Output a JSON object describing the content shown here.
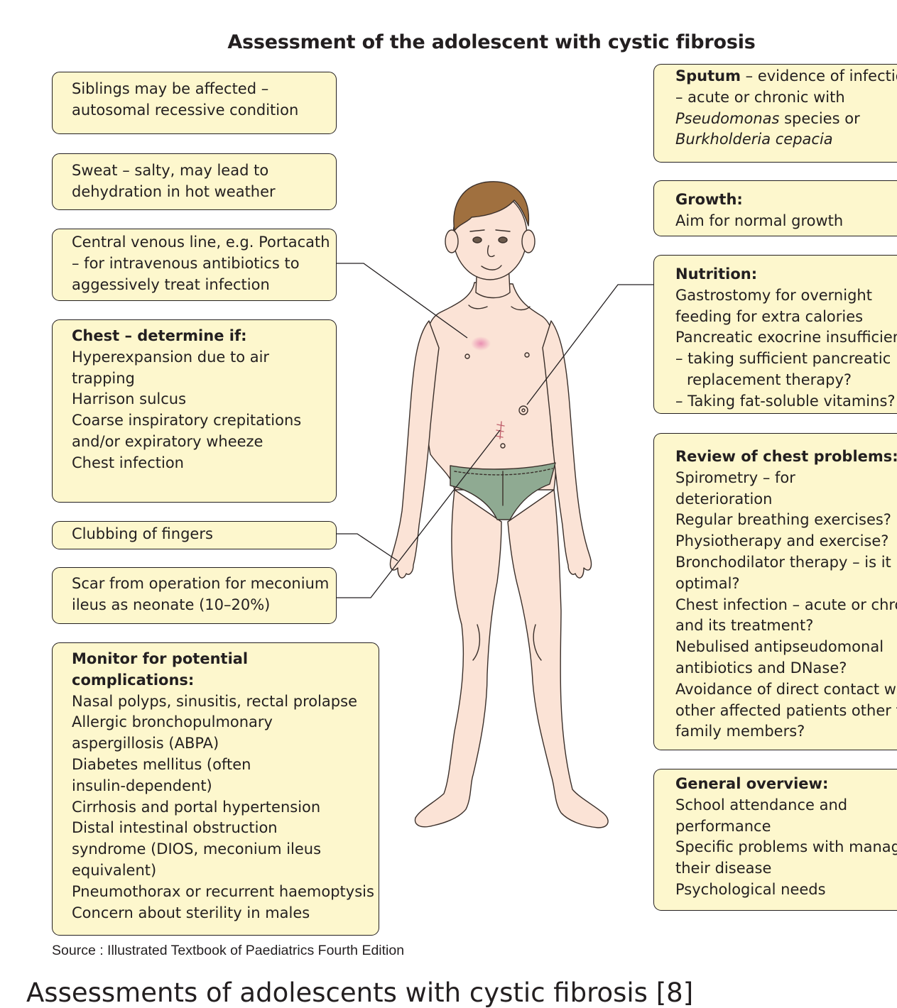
{
  "title": "Assessment of the adolescent with cystic fibrosis",
  "left_boxes": {
    "siblings": [
      "Siblings may be affected –",
      "autosomal recessive condition"
    ],
    "sweat": [
      "Sweat – salty, may lead to",
      "dehydration in hot weather"
    ],
    "central_line": [
      "Central venous line, e.g. Portacath",
      "– for intravenous antibiotics to",
      "aggessively treat infection"
    ],
    "chest": {
      "heading": "Chest – determine if:",
      "lines": [
        "Hyperexpansion due to air",
        "trapping",
        "Harrison sulcus",
        "Coarse inspiratory crepitations",
        "and/or expiratory wheeze",
        "Chest infection"
      ]
    },
    "clubbing": "Clubbing of fingers",
    "scar": [
      "Scar from operation for meconium",
      "ileus as neonate (10–20%)"
    ],
    "complications": {
      "heading_1": "Monitor for potential",
      "heading_2": "complications:",
      "lines": [
        "Nasal polyps, sinusitis, rectal prolapse",
        "Allergic bronchopulmonary",
        "aspergillosis (ABPA)",
        "Diabetes mellitus (often",
        "insulin-dependent)",
        "Cirrhosis and portal hypertension",
        "Distal intestinal obstruction",
        "syndrome (DIOS, meconium ileus",
        "equivalent)",
        "Pneumothorax or recurrent haemoptysis",
        "Concern about sterility in males"
      ]
    }
  },
  "right_boxes": {
    "sputum": {
      "heading": "Sputum",
      "line_1_rest": " – evidence of infection",
      "line_2": "– acute or chronic with",
      "line_3_italic": "Pseudomonas",
      "line_3_rest": " species or",
      "line_4_italic": "Burkholderia cepacia"
    },
    "growth": {
      "heading": "Growth:",
      "line": "Aim for normal growth"
    },
    "nutrition": {
      "heading": "Nutrition:",
      "lines": [
        "Gastrostomy for overnight",
        "feeding for extra calories",
        "Pancreatic exocrine insufficiency",
        "– taking sufficient pancreatic"
      ],
      "indented": "replacement therapy?",
      "last": "– Taking fat-soluble vitamins?"
    },
    "chest_review": {
      "heading": "Review of chest problems:",
      "lines": [
        "Spirometry – for",
        "deterioration",
        "Regular breathing exercises?",
        "Physiotherapy and exercise?",
        "Bronchodilator therapy – is it",
        "optimal?",
        "Chest infection – acute or chronic",
        "and its treatment?",
        "Nebulised antipseudomonal",
        "antibiotics and DNase?",
        "Avoidance of direct contact with",
        "other affected patients other than",
        "family members?"
      ]
    },
    "overview": {
      "heading": "General overview:",
      "lines": [
        "School attendance and",
        "performance",
        "Specific problems with managing",
        "their disease",
        "Psychological needs"
      ]
    }
  },
  "source": "Source : Illustrated Textbook of Paediatrics Fourth Edition",
  "caption": "Assessments of adolescents with cystic fibrosis [8]",
  "colors": {
    "box_fill": "#fdf7cd",
    "skin": "#fbe3d6",
    "hair": "#a0703f",
    "underwear": "#8faa92",
    "portacath_mark": "#e98bb0"
  }
}
